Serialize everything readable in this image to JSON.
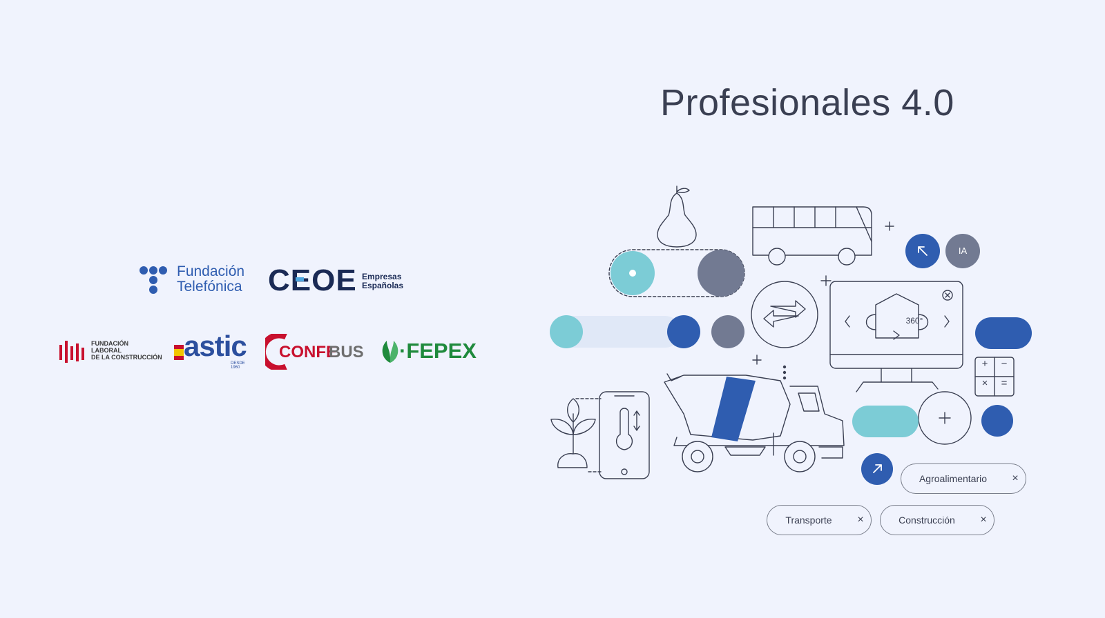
{
  "page": {
    "title": "Profesionales 4.0"
  },
  "logos": {
    "fundacion_telefonica": {
      "line1": "Fundación",
      "line2": "Telefónica",
      "color": "#2f5db0"
    },
    "ceoe": {
      "main": "CEOE",
      "sub1": "Empresas",
      "sub2": "Españolas",
      "color": "#1a2a55"
    },
    "fundacion_laboral": {
      "line1": "FUNDACIÓN",
      "line2": "LABORAL",
      "line3": "DE LA CONSTRUCCIÓN",
      "color": "#c8102e"
    },
    "astic": {
      "main": "astic",
      "sub": "DESDE 1960",
      "color": "#2c4f9e"
    },
    "confebus": {
      "main_red": "CONFE",
      "main_gray": "BUS",
      "color_red": "#c8102e",
      "color_gray": "#6e6e6e"
    },
    "fepex": {
      "main": "·FEPEX",
      "color": "#1f8a3c"
    }
  },
  "illustration": {
    "badge_ia": "IA",
    "degrees": "360°",
    "calc_symbols": [
      "+",
      "−",
      "×",
      "="
    ],
    "colors": {
      "teal": "#7cccd6",
      "blue": "#2f5db0",
      "gray": "#727a92",
      "line": "#3a3f52",
      "pale": "#e0e8f7"
    }
  },
  "chips": [
    {
      "label": "Agroalimentario",
      "close": "×"
    },
    {
      "label": "Transporte",
      "close": "×"
    },
    {
      "label": "Construcción",
      "close": "×"
    }
  ]
}
